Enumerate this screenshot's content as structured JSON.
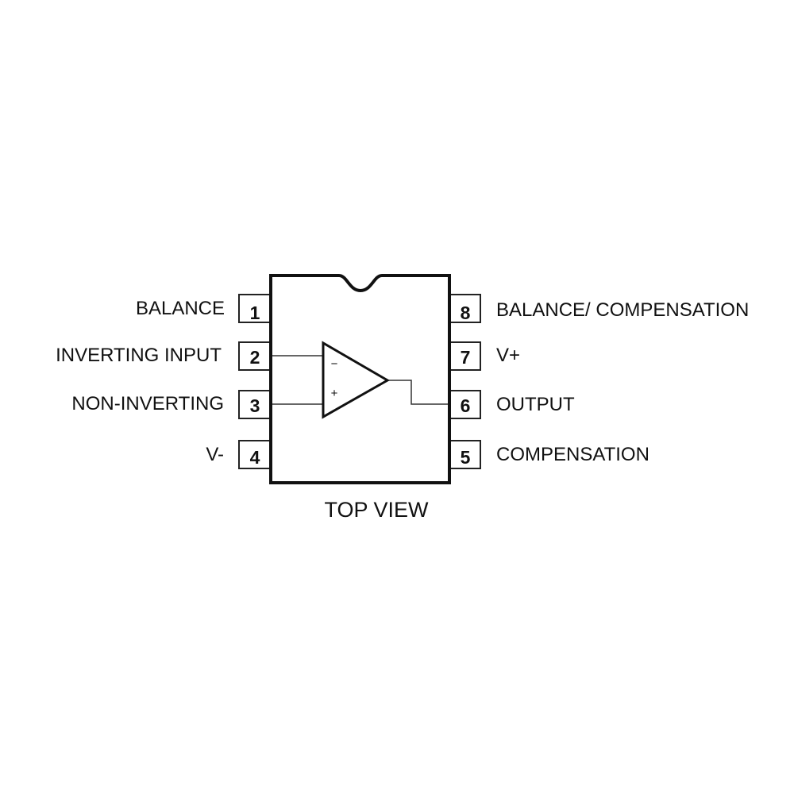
{
  "diagram": {
    "caption": "TOP VIEW",
    "package": "8-pin DIP",
    "amplifier": {
      "inverting_sign": "−",
      "noninverting_sign": "+"
    },
    "left_pins": [
      {
        "number": "1",
        "label": "BALANCE"
      },
      {
        "number": "2",
        "label": "INVERTING INPUT"
      },
      {
        "number": "3",
        "label": "NON-INVERTING"
      },
      {
        "number": "4",
        "label": "V-"
      }
    ],
    "right_pins": [
      {
        "number": "8",
        "label": "BALANCE/ COMPENSATION"
      },
      {
        "number": "7",
        "label": "V+"
      },
      {
        "number": "6",
        "label": "OUTPUT"
      },
      {
        "number": "5",
        "label": "COMPENSATION"
      }
    ],
    "colors": {
      "line": "#111111",
      "background": "#ffffff"
    }
  }
}
